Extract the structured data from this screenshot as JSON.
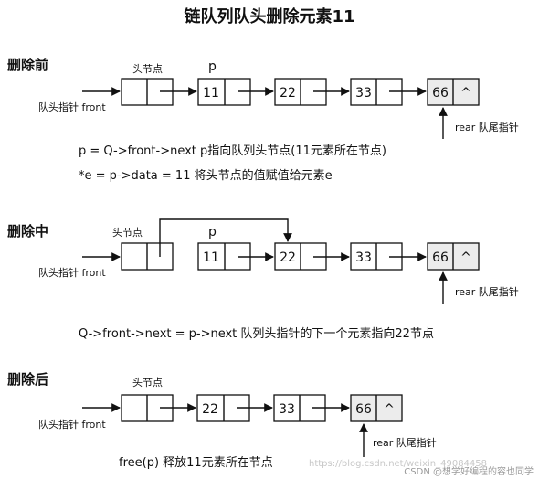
{
  "title": "链队列队头删除元素11",
  "watermark": {
    "url": "https://blog.csdn.net/weixin_49084458",
    "credit": "CSDN @想学好编程的容也同学"
  },
  "colors": {
    "line": "#111111",
    "highlight_box": "#ececec"
  },
  "sections": [
    {
      "heading": "删除前",
      "front_label": "队头指针 front",
      "head_node_label": "头节点",
      "pointer_label": "p",
      "nodes": [
        "11",
        "22",
        "33",
        "66"
      ],
      "null_symbol": "^",
      "rear_label": "rear 队尾指针",
      "notes": [
        "p = Q->front->next  p指向队列头节点(11元素所在节点)",
        "*e = p->data = 11  将头节点的值赋值给元素e"
      ]
    },
    {
      "heading": "删除中",
      "front_label": "队头指针 front",
      "head_node_label": "头节点",
      "pointer_label": "p",
      "nodes": [
        "11",
        "22",
        "33",
        "66"
      ],
      "null_symbol": "^",
      "rear_label": "rear 队尾指针",
      "notes": [
        "Q->front->next = p->next  队列头指针的下一个元素指向22节点"
      ]
    },
    {
      "heading": "删除后",
      "front_label": "队头指针 front",
      "head_node_label": "头节点",
      "nodes": [
        "22",
        "33",
        "66"
      ],
      "null_symbol": "^",
      "rear_label": "rear 队尾指针",
      "notes": [
        "free(p)  释放11元素所在节点"
      ]
    }
  ]
}
